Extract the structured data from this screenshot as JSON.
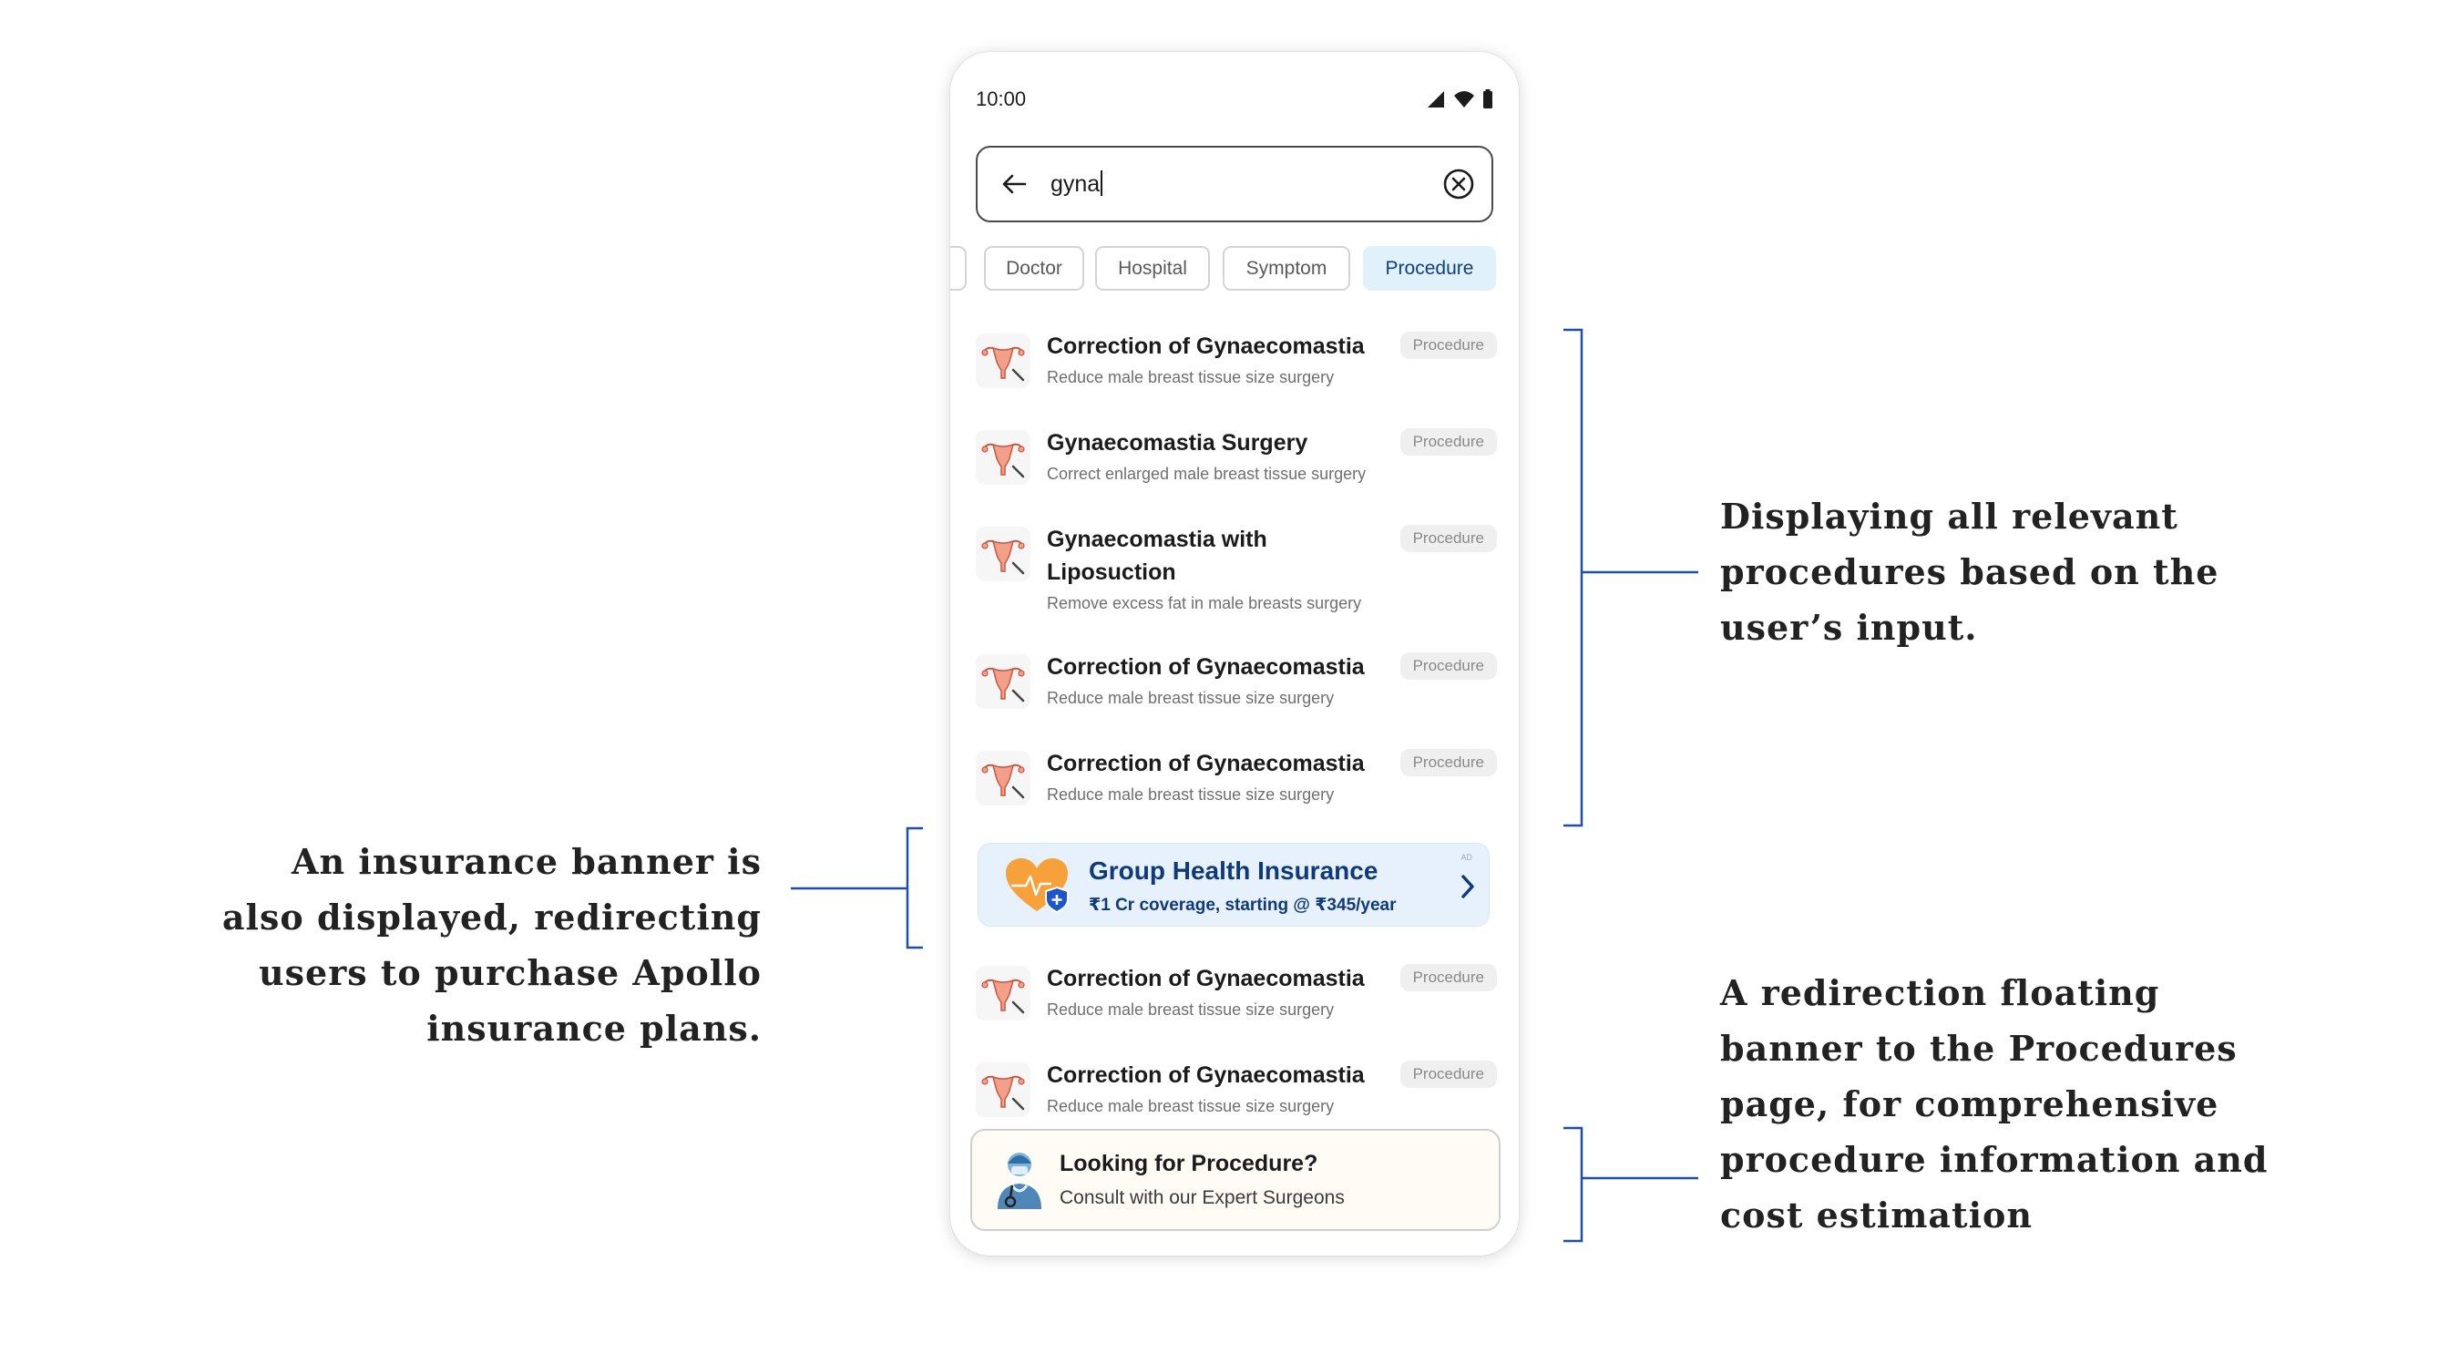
{
  "status_bar": {
    "time": "10:00",
    "icons": [
      "signal-icon",
      "wifi-icon",
      "battery-icon"
    ]
  },
  "search": {
    "query": "gyna"
  },
  "filter_chips": [
    {
      "label": "Doctor",
      "active": false
    },
    {
      "label": "Hospital",
      "active": false
    },
    {
      "label": "Symptom",
      "active": false
    },
    {
      "label": "Procedure",
      "active": true
    }
  ],
  "results_top": [
    {
      "title": "Correction of Gynaecomastia",
      "subtitle": "Reduce male breast tissue size surgery",
      "badge": "Procedure",
      "icon": "uterus-icon"
    },
    {
      "title": "Gynaecomastia Surgery",
      "subtitle": "Correct enlarged male breast tissue surgery",
      "badge": "Procedure",
      "icon": "uterus-icon"
    },
    {
      "title": "Gynaecomastia with Liposuction",
      "subtitle": "Remove excess fat in male breasts surgery",
      "badge": "Procedure",
      "icon": "uterus-icon"
    },
    {
      "title": "Correction of Gynaecomastia",
      "subtitle": "Reduce male breast tissue size surgery",
      "badge": "Procedure",
      "icon": "uterus-icon"
    },
    {
      "title": "Correction of Gynaecomastia",
      "subtitle": "Reduce male breast tissue size surgery",
      "badge": "Procedure",
      "icon": "uterus-icon"
    }
  ],
  "insurance_banner": {
    "title": "Group Health Insurance",
    "subtitle": "₹1 Cr coverage, starting @ ₹345/year",
    "ad_label": "AD",
    "icon": "heart-shield-icon"
  },
  "results_bottom": [
    {
      "title": "Correction of Gynaecomastia",
      "subtitle": "Reduce male breast tissue size surgery",
      "badge": "Procedure",
      "icon": "uterus-icon"
    },
    {
      "title": "Correction of Gynaecomastia",
      "subtitle": "Reduce male breast tissue size surgery",
      "badge": "Procedure",
      "icon": "uterus-icon"
    }
  ],
  "floating_banner": {
    "title": "Looking for Procedure?",
    "subtitle": "Consult with our Expert Surgeons",
    "icon": "surgeon-icon"
  },
  "annotations": {
    "right_top": [
      "Displaying all relevant",
      "procedures based on the",
      "user’s input."
    ],
    "right_bottom": [
      "A redirection floating",
      "banner to the Procedures",
      "page, for comprehensive",
      "procedure information and",
      "cost estimation"
    ],
    "left": [
      "An insurance banner is",
      "also displayed, redirecting",
      "users to purchase Apollo",
      "insurance plans."
    ]
  },
  "colors": {
    "accent": "#1c4fa8",
    "chip_active_bg": "#e1f1fb",
    "insurance_text": "#0e3a7c",
    "banner_bg": "#e7f1fc"
  }
}
